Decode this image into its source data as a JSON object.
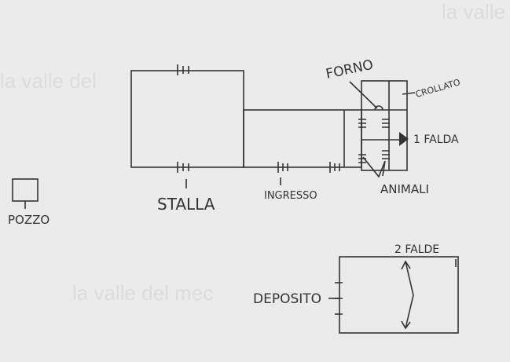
{
  "watermarks": [
    "la valle del",
    "la valle del mec",
    "la valle"
  ],
  "labels": {
    "stalla": "STALLA",
    "ingresso": "INGRESSO",
    "pozzo": "POZZO",
    "forno": "FORNO",
    "crollato": "CROLLATO",
    "una_falda": "1 FALDA",
    "animali": "ANIMALI",
    "deposito": "DEPOSITO",
    "due_falde": "2 FALDE"
  },
  "colors": {
    "fill": "#1fb6d6",
    "ink": "#333333",
    "paper": "#ebebeb"
  }
}
